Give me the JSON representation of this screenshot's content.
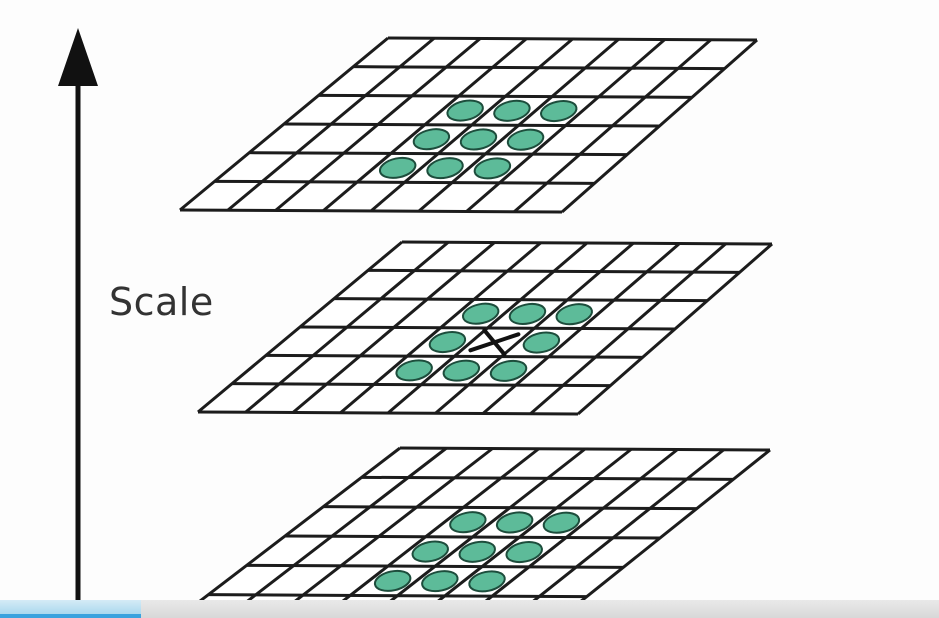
{
  "diagram": {
    "axis_label": "Scale",
    "grid_rows": 6,
    "grid_cols": 8,
    "layers": [
      {
        "name": "upper",
        "center_marker": false
      },
      {
        "name": "middle",
        "center_marker": true
      },
      {
        "name": "lower",
        "center_marker": false
      }
    ],
    "colors": {
      "grid_line": "#1c1c1c",
      "cell_fill": "#ffffff",
      "marker_fill": "#5dbb99",
      "marker_stroke": "#1d4d3c",
      "arrow": "#111111"
    }
  },
  "video_bar": {
    "progress": 0.15,
    "colors": {
      "fill": "#9fd3ec",
      "line": "#3aa2de",
      "track": "#dedede"
    }
  }
}
